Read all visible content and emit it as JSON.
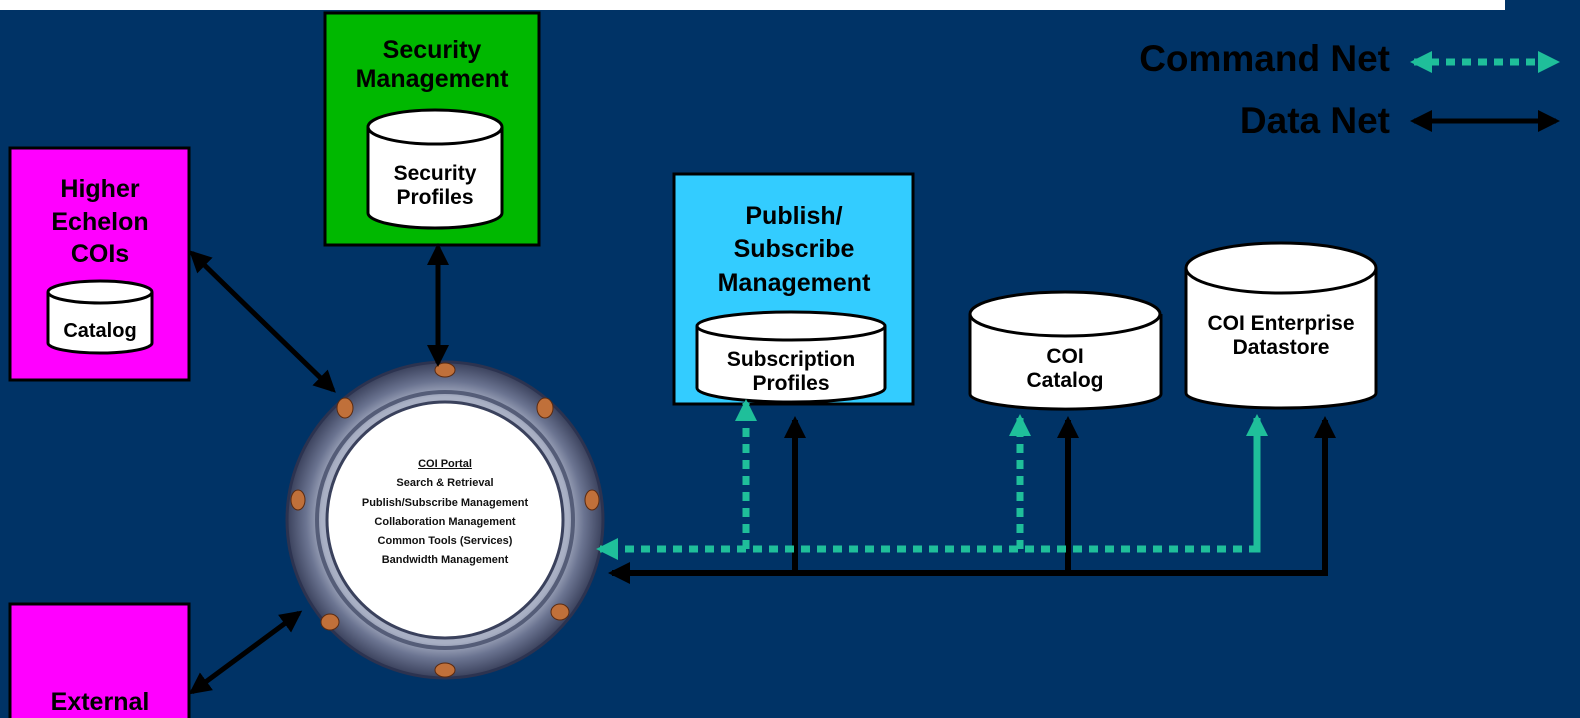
{
  "legend": {
    "command_net": "Command Net",
    "data_net": "Data Net",
    "command_color": "#1fbf9a",
    "data_color": "#000000"
  },
  "nodes": {
    "security": {
      "title": "Security Management",
      "db": "Security Profiles",
      "color": "#00b800"
    },
    "higher": {
      "title": "Higher Echelon COIs",
      "db": "Catalog",
      "color": "#ff00ff"
    },
    "pubsub": {
      "title": "Publish/ Subscribe Management",
      "db": "Subscription Profiles",
      "color": "#33ccff"
    },
    "coi_catalog": {
      "db": "COI Catalog"
    },
    "coi_datastore": {
      "db": "COI Enterprise Datastore"
    },
    "external": {
      "title": "External",
      "color": "#ff00ff"
    }
  },
  "portal": {
    "title": "COI Portal",
    "items": [
      "Search & Retrieval",
      "Publish/Subscribe Management",
      "Collaboration Management",
      "Common Tools (Services)",
      "Bandwidth Management"
    ]
  }
}
